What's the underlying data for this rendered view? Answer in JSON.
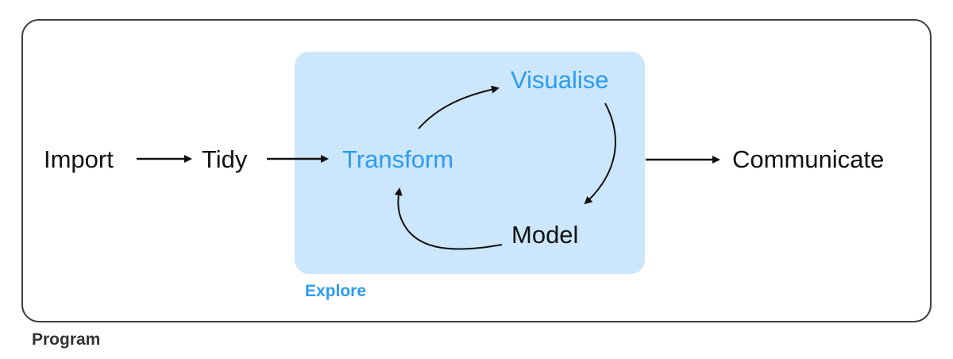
{
  "diagram": {
    "groups": {
      "program": "Program",
      "explore": "Explore"
    },
    "nodes": {
      "import": "Import",
      "tidy": "Tidy",
      "transform": "Transform",
      "visualise": "Visualise",
      "model": "Model",
      "communicate": "Communicate"
    },
    "edges": [
      {
        "from": "Import",
        "to": "Tidy"
      },
      {
        "from": "Tidy",
        "to": "Transform"
      },
      {
        "from": "Transform",
        "to": "Visualise"
      },
      {
        "from": "Visualise",
        "to": "Model"
      },
      {
        "from": "Model",
        "to": "Transform"
      },
      {
        "from": "Explore",
        "to": "Communicate"
      }
    ],
    "colors": {
      "explore_fill": "#cce6fb",
      "highlight_text": "#2b9cf0",
      "text": "#111111",
      "border": "#3d3d3d"
    }
  }
}
